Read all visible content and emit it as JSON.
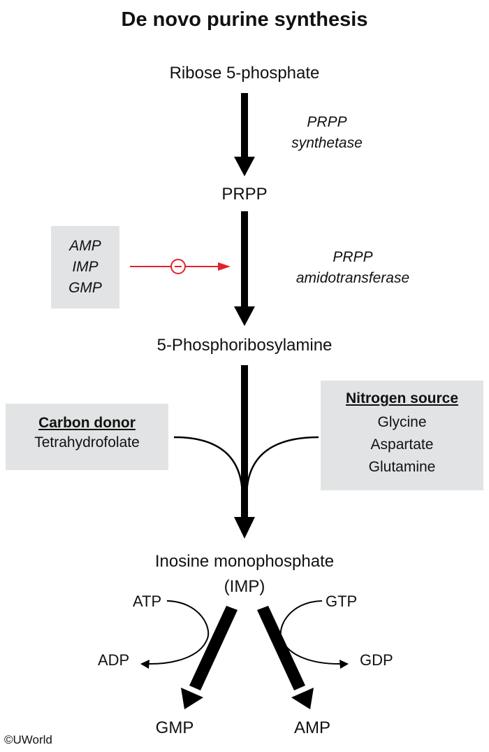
{
  "title": "De novo purine synthesis",
  "nodes": {
    "ribose": "Ribose 5-phosphate",
    "prpp": "PRPP",
    "phosphoribosylamine": "5-Phosphoribosylamine",
    "imp_line1": "Inosine monophosphate",
    "imp_line2": "(IMP)",
    "gmp": "GMP",
    "amp": "AMP"
  },
  "enzymes": {
    "prpp_synthetase": [
      "PRPP",
      "synthetase"
    ],
    "prpp_amidotransferase": [
      "PRPP",
      "amidotransferase"
    ]
  },
  "inhibitors": {
    "items": [
      "AMP",
      "IMP",
      "GMP"
    ],
    "symbol": "−",
    "color": "#e3232b"
  },
  "carbon_donor": {
    "heading": "Carbon donor",
    "items": [
      "Tetrahydrofolate"
    ]
  },
  "nitrogen_source": {
    "heading": "Nitrogen source",
    "items": [
      "Glycine",
      "Aspartate",
      "Glutamine"
    ]
  },
  "cofactors": {
    "left_in": "ATP",
    "left_out": "ADP",
    "right_in": "GTP",
    "right_out": "GDP"
  },
  "copyright": "©UWorld"
}
